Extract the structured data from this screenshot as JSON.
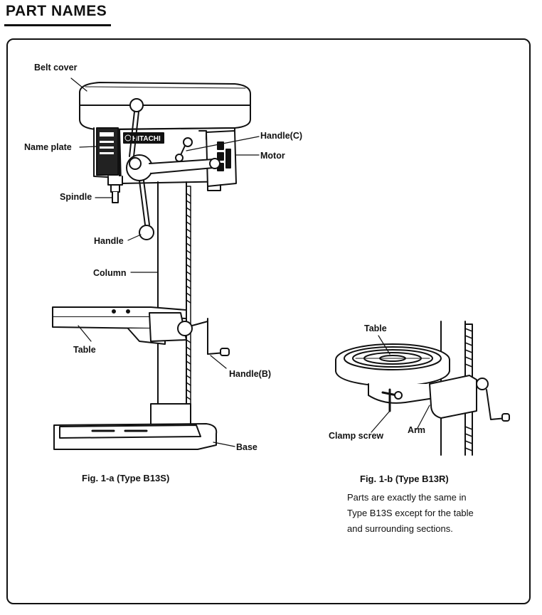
{
  "header": {
    "title": "PART NAMES"
  },
  "fig_a": {
    "labels": {
      "belt_cover": "Belt cover",
      "name_plate": "Name plate",
      "spindle": "Spindle",
      "handle": "Handle",
      "column": "Column",
      "table": "Table",
      "handle_b": "Handle(B)",
      "handle_c": "Handle(C)",
      "motor": "Motor",
      "base": "Base"
    },
    "brand": "HITACHI",
    "caption": "Fig. 1-a (Type B13S)"
  },
  "fig_b": {
    "labels": {
      "table": "Table",
      "clamp_screw": "Clamp screw",
      "arm": "Arm"
    },
    "caption": "Fig. 1-b (Type B13R)",
    "note_lines": [
      "Parts are exactly the same in",
      "Type B13S except for the table",
      "and surrounding sections."
    ]
  }
}
